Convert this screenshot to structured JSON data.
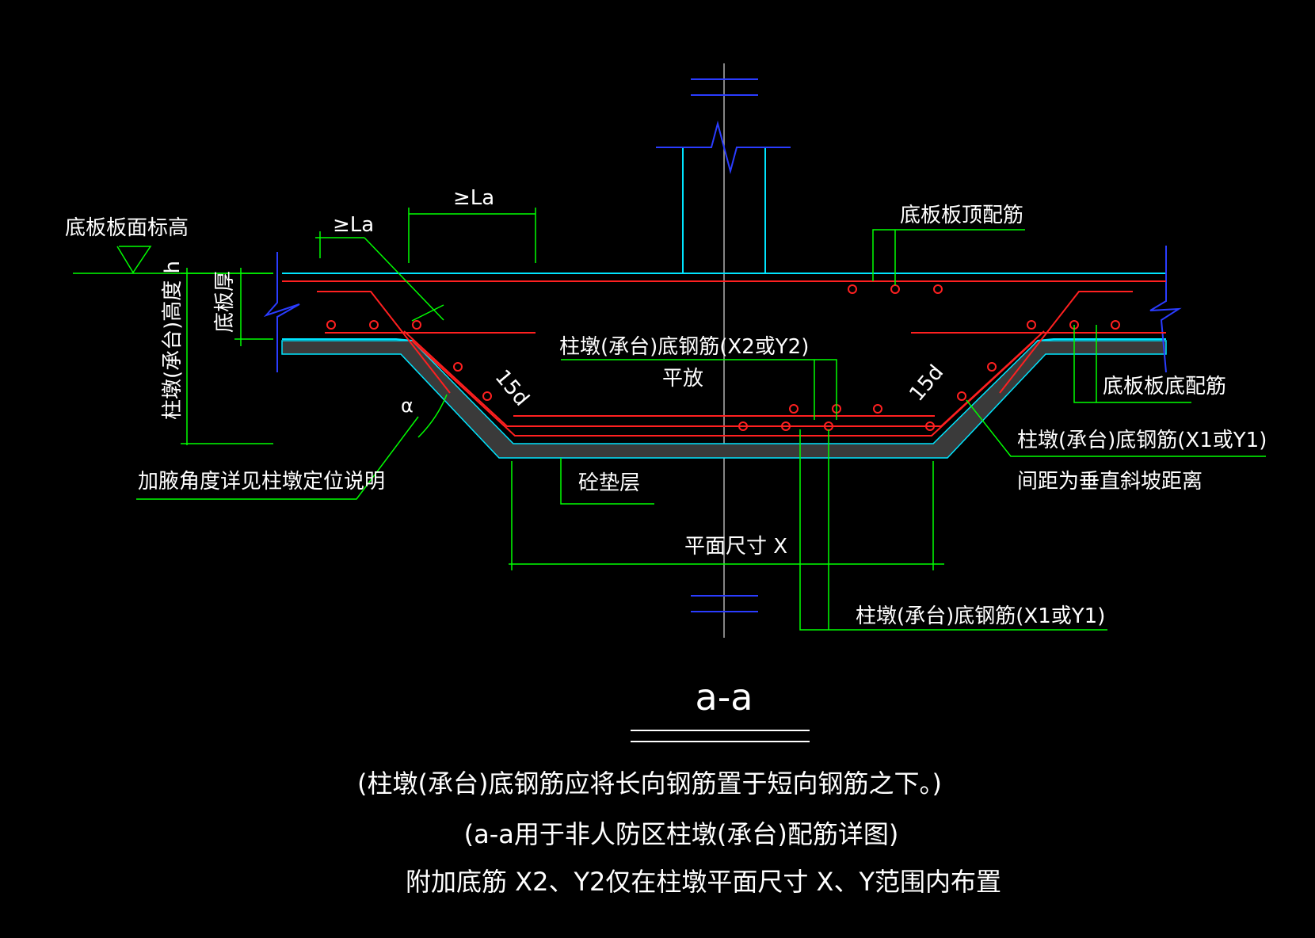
{
  "colors": {
    "background": "#000000",
    "concrete_outline": "#00e5ff",
    "rebar": "#ff2020",
    "dimension": "#00ff00",
    "centerline": "#b0b0b0",
    "break_line": "#2a3cff",
    "text": "#ffffff"
  },
  "labels": {
    "slab_top_elevation": "底板板面标高",
    "slab_thickness": "底板厚",
    "cap_height": "柱墩(承台)高度 h",
    "la_left": "≥La",
    "la_top": "≥La",
    "slab_top_rebar": "底板板顶配筋",
    "slab_bottom_rebar": "底板板底配筋",
    "cap_rebar_x2y2": "柱墩(承台)底钢筋(X2或Y2)",
    "flat_placement": "平放",
    "hook_left": "15d",
    "hook_right": "15d",
    "angle_alpha": "α",
    "cap_rebar_x1y1_right": "柱墩(承台)底钢筋(X1或Y1)",
    "spacing_note": "间距为垂直斜坡距离",
    "haunch_angle_note": "加腋角度详见柱墩定位说明",
    "cushion": "砼垫层",
    "plan_size_x": "平面尺寸 X",
    "cap_rebar_x1y1_bottom": "柱墩(承台)底钢筋(X1或Y1)"
  },
  "section_title": "a-a",
  "notes": [
    "(柱墩(承台)底钢筋应将长向钢筋置于短向钢筋之下。)",
    "(a-a用于非人防区柱墩(承台)配筋详图)",
    "附加底筋 X2、Y2仅在柱墩平面尺寸 X、Y范围内布置"
  ]
}
